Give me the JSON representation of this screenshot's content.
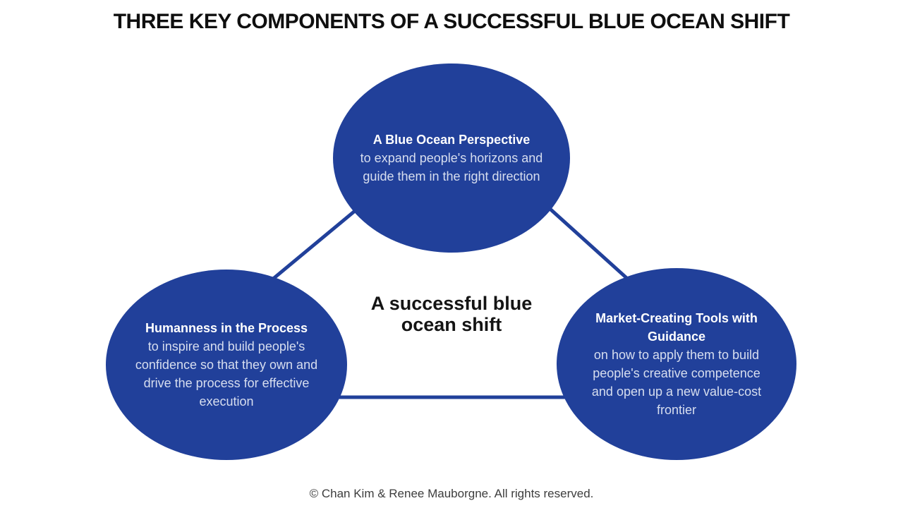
{
  "page": {
    "title": "THREE KEY COMPONENTS OF A SUCCESSFUL BLUE OCEAN SHIFT",
    "footer": "© Chan Kim & Renee Mauborgne. All rights reserved."
  },
  "colors": {
    "background": "#ffffff",
    "ellipse_fill": "#21409a",
    "connector_line": "#21409a",
    "heading_text": "#ffffff",
    "body_text": "#d7deef",
    "title_text": "#0f0f0f",
    "center_label_text": "#141414",
    "footer_text": "#3d3d3d"
  },
  "diagram": {
    "center_label": "A successful blue ocean shift",
    "nodes": [
      {
        "id": "top",
        "heading": "A Blue Ocean Perspective",
        "body": "to expand people's horizons and guide them in the right direction"
      },
      {
        "id": "left",
        "heading": "Humanness in the Process",
        "body": "to inspire and build people's confidence so that they own and drive the process for effective execution"
      },
      {
        "id": "right",
        "heading": "Market-Creating Tools with Guidance",
        "body": "on how to apply them to build people's creative competence and open up a new value-cost frontier"
      }
    ]
  }
}
